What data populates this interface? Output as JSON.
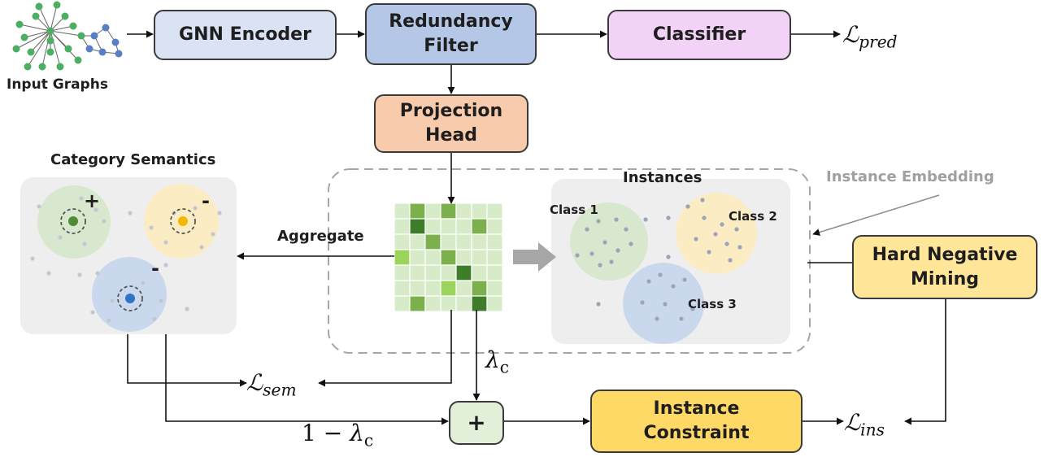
{
  "nodes": {
    "input_graphs": "Input Graphs",
    "gnn_encoder": "GNN Encoder",
    "redundancy_filter": [
      "Redundancy",
      "Filter"
    ],
    "classifier": "Classifier",
    "projection_head": [
      "Projection",
      "Head"
    ],
    "hard_negative_mining": [
      "Hard Negative",
      "Mining"
    ],
    "instance_constraint": [
      "Instance",
      "Constraint"
    ],
    "plus_node": "+"
  },
  "labels": {
    "category_semantics": "Category Semantics",
    "instances": "Instances",
    "instance_embedding": "Instance Embedding",
    "aggregate": "Aggregate",
    "class1": "Class 1",
    "class2": "Class 2",
    "class3": "Class 3",
    "sign_plus": "+",
    "sign_minus_1": "-",
    "sign_minus_2": "-"
  },
  "math": {
    "loss_script": "ℒ",
    "pred_sub": "pred",
    "sem_sub": "sem",
    "ins_sub": "ins",
    "lambda": "λ",
    "lambda_sub": "c",
    "one_minus": "1 − "
  },
  "colors": {
    "gnn_encoder": "#dae3f3",
    "redundancy_filter": "#b4c7e7",
    "classifier": "#f3d2f7",
    "projection_head": "#f8cbad",
    "hard_negative_mining": "#ffe699",
    "instance_constraint": "#ffd966",
    "plus_node": "#e2f0d9",
    "panel": "#eeeeee",
    "class1": "#d8e8cf",
    "class2": "#fbecc3",
    "class3": "#cad8ee",
    "graph_green": "#4cae62",
    "graph_blue": "#5b7fc4"
  },
  "matrix": [
    [
      0,
      1,
      0,
      1,
      0,
      0,
      0
    ],
    [
      0,
      2,
      0,
      0,
      0,
      1,
      0
    ],
    [
      0,
      0,
      1,
      0,
      0,
      0,
      0
    ],
    [
      3,
      0,
      0,
      1,
      0,
      0,
      0
    ],
    [
      0,
      0,
      0,
      0,
      2,
      0,
      0
    ],
    [
      0,
      0,
      0,
      3,
      0,
      1,
      0
    ],
    [
      0,
      1,
      0,
      0,
      0,
      2,
      0
    ]
  ]
}
